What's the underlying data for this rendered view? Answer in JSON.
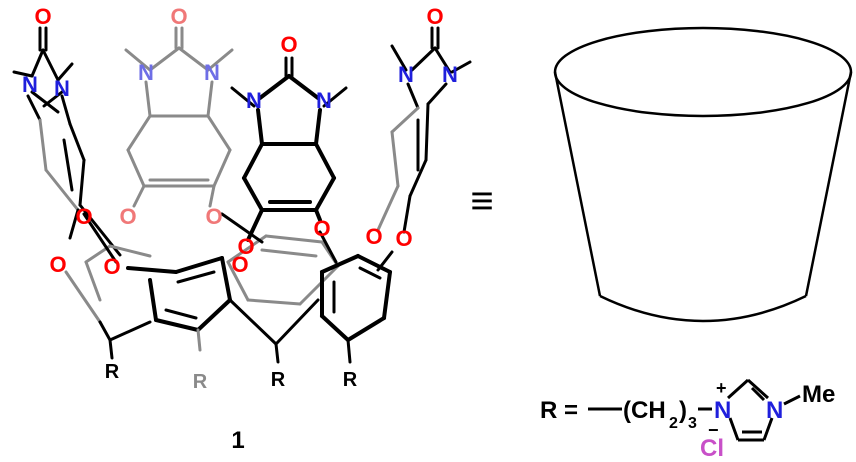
{
  "colors": {
    "bond_dark": "#000000",
    "bond_grey": "#8a8a8a",
    "oxygen_red": "#ff0000",
    "oxygen_pink": "#f07878",
    "nitrogen_blue": "#1f1fdc",
    "chloride_magenta": "#c850c8"
  },
  "molecule": {
    "compound_number": "1",
    "atom_O": "O",
    "atom_N": "N",
    "substituent_R": "R"
  },
  "equivalence_symbol": "≡",
  "substituent_formula": {
    "r_label": "R =",
    "chain_open": "(CH",
    "chain_sub2": "2",
    "chain_close": ")",
    "chain_sub3": "3",
    "n_plus_atom": "N",
    "plus_charge": "+",
    "n_methyl_atom": "N",
    "methyl_label": "Me",
    "counterion": "Cl",
    "minus_charge": "−"
  },
  "icons": {
    "container": "bowl-cavitand-icon"
  }
}
